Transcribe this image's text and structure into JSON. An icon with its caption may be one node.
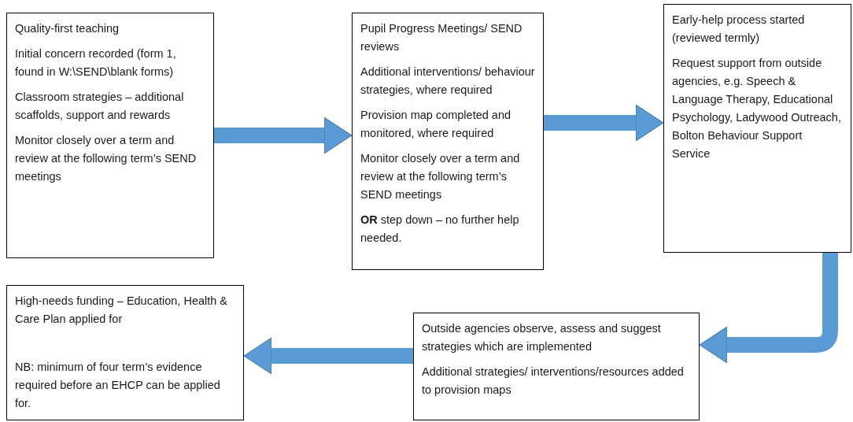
{
  "diagram": {
    "nodes": [
      {
        "text": [
          "Quality-first teaching",
          "Initial concern recorded (form 1, found in W:\\SEND\\blank forms)",
          "Classroom strategies – additional scaffolds, support and rewards",
          "Monitor closely over a term and review at the following term’s SEND meetings"
        ]
      },
      {
        "text": [
          "Pupil Progress Meetings/ SEND reviews",
          "Additional interventions/ behaviour strategies, where required",
          "Provision map completed and monitored, where required",
          "Monitor closely over a term and review at the following term’s SEND meetings",
          "**OR** step down – no further help needed."
        ]
      },
      {
        "text": [
          "Early-help process started (reviewed termly)",
          "Request support from outside agencies, e.g. Speech & Language Therapy, Educational Psychology, Ladywood Outreach, Bolton Behaviour Support Service"
        ]
      },
      {
        "text": [
          "Outside agencies observe, assess and suggest strategies which are implemented",
          "Additional strategies/ interventions/resources added to provision maps"
        ]
      },
      {
        "text": [
          "High-needs funding – Education, Health & Care Plan applied for",
          "NB: minimum of four term’s evidence required before an EHCP can be applied for."
        ]
      }
    ],
    "edges": [
      {
        "from": 0,
        "to": 1,
        "arrow": "to"
      },
      {
        "from": 1,
        "to": 2,
        "arrow": "to"
      },
      {
        "from": 2,
        "to": 3,
        "arrow": "to"
      },
      {
        "from": 3,
        "to": 4,
        "arrow": "to"
      }
    ]
  }
}
